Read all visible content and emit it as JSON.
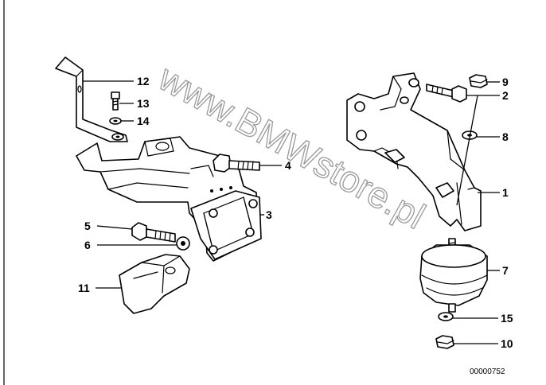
{
  "watermark": "www.BMWstore.pl",
  "diagram_code": "00000752",
  "callouts": [
    {
      "id": "1",
      "label": "1"
    },
    {
      "id": "2",
      "label": "2"
    },
    {
      "id": "3",
      "label": "3"
    },
    {
      "id": "4",
      "label": "4"
    },
    {
      "id": "5",
      "label": "5"
    },
    {
      "id": "6",
      "label": "6"
    },
    {
      "id": "7",
      "label": "7"
    },
    {
      "id": "8",
      "label": "8"
    },
    {
      "id": "9",
      "label": "9"
    },
    {
      "id": "10",
      "label": "10"
    },
    {
      "id": "11",
      "label": "11"
    },
    {
      "id": "12",
      "label": "12"
    },
    {
      "id": "13",
      "label": "13"
    },
    {
      "id": "14",
      "label": "14"
    },
    {
      "id": "15",
      "label": "15"
    }
  ]
}
